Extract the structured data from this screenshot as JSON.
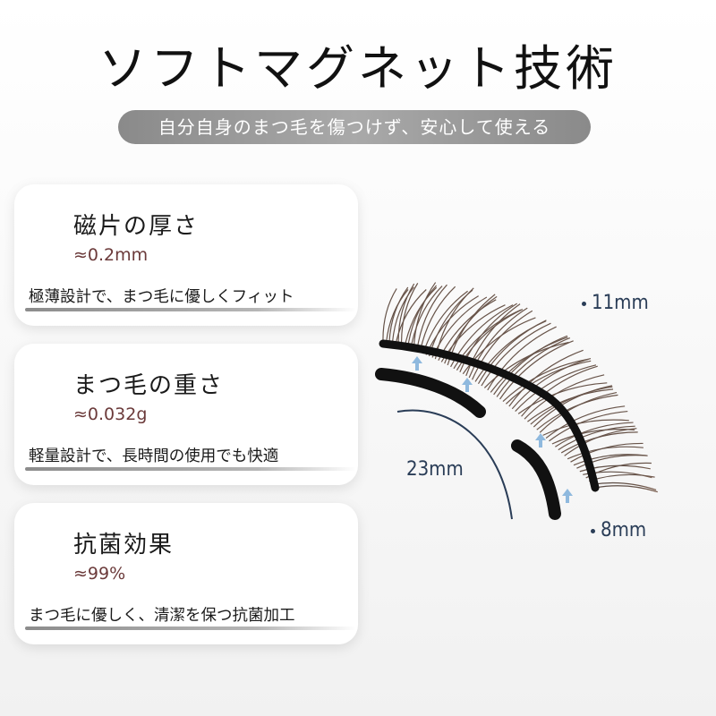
{
  "header": {
    "title": "ソフトマグネット技術",
    "subtitle": "自分自身のまつ毛を傷つけず、安心して使える"
  },
  "features": [
    {
      "title": "磁片の厚さ",
      "value": "≈0.2mm",
      "description": "極薄設計で、まつ毛に優しくフィット"
    },
    {
      "title": "まつ毛の重さ",
      "value": "≈0.032g",
      "description": "軽量設計で、長時間の使用でも快適"
    },
    {
      "title": "抗菌効果",
      "value": "≈99%",
      "description": "まつ毛に優しく、清潔を保つ抗菌加工"
    }
  ],
  "diagram": {
    "length_top": "11mm",
    "length_bottom": "8mm",
    "width_label": "23mm"
  },
  "colors": {
    "value_text": "#6b3a3a",
    "dimension_text": "#2a3d57",
    "arrow": "#8fb9de"
  }
}
